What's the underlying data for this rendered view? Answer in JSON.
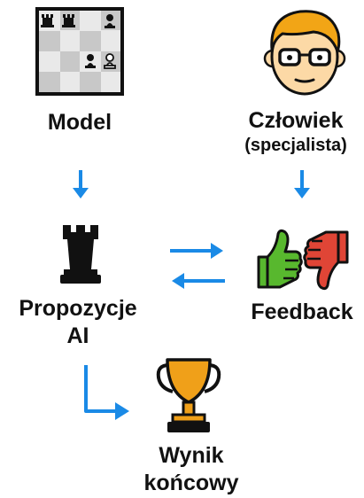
{
  "nodes": {
    "model": {
      "label": "Model"
    },
    "human": {
      "line1": "Człowiek",
      "line2": "(specjalista)"
    },
    "ai": {
      "line1": "Propozycje",
      "line2": "AI"
    },
    "feedback": {
      "label": "Feedback"
    },
    "result": {
      "line1": "Wynik",
      "line2": "końcowy"
    }
  },
  "colors": {
    "arrow": "#1a8ae6",
    "board_light": "#e9e9e9",
    "board_dark": "#c8c8c8",
    "trophy": "#f0a019",
    "thumb_up": "#58b82e",
    "thumb_down": "#e04536",
    "hair": "#f2a516",
    "skin": "#fcd9a6"
  },
  "icons": [
    "chessboard-icon",
    "scientist-face-icon",
    "chess-rook-icon",
    "thumbs-up-icon",
    "thumbs-down-icon",
    "trophy-icon"
  ]
}
